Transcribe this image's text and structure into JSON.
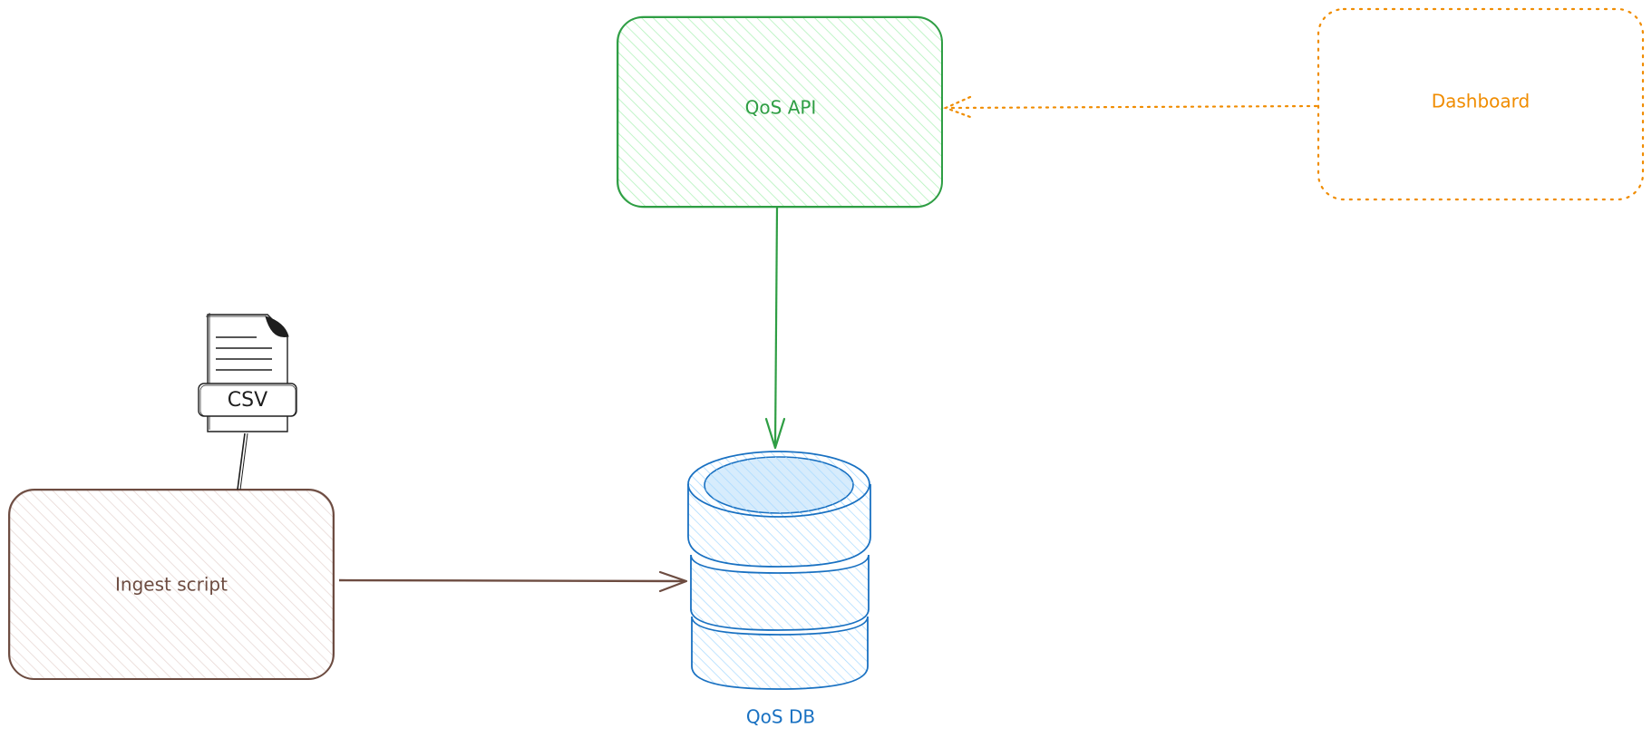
{
  "nodes": {
    "qos_api": {
      "label": "QoS API",
      "color": "#2f9e44",
      "fill": "#b2f2bb"
    },
    "dashboard": {
      "label": "Dashboard",
      "color": "#f08c00"
    },
    "ingest_script": {
      "label": "Ingest script",
      "color": "#6d4c41",
      "fill": "#e8d9d5"
    },
    "qos_db": {
      "label": "QoS DB",
      "color": "#1971c2",
      "fill": "#a5d8ff"
    },
    "csv_file": {
      "label": "CSV",
      "color": "#1e1e1e"
    }
  },
  "edges": [
    {
      "from": "dashboard",
      "to": "qos_api",
      "style": "dotted",
      "color": "#f08c00"
    },
    {
      "from": "qos_api",
      "to": "qos_db",
      "style": "solid",
      "color": "#2f9e44"
    },
    {
      "from": "ingest_script",
      "to": "qos_db",
      "style": "solid",
      "color": "#6d4c41"
    },
    {
      "from": "csv_file",
      "to": "ingest_script",
      "style": "solid-line",
      "color": "#1e1e1e"
    }
  ]
}
